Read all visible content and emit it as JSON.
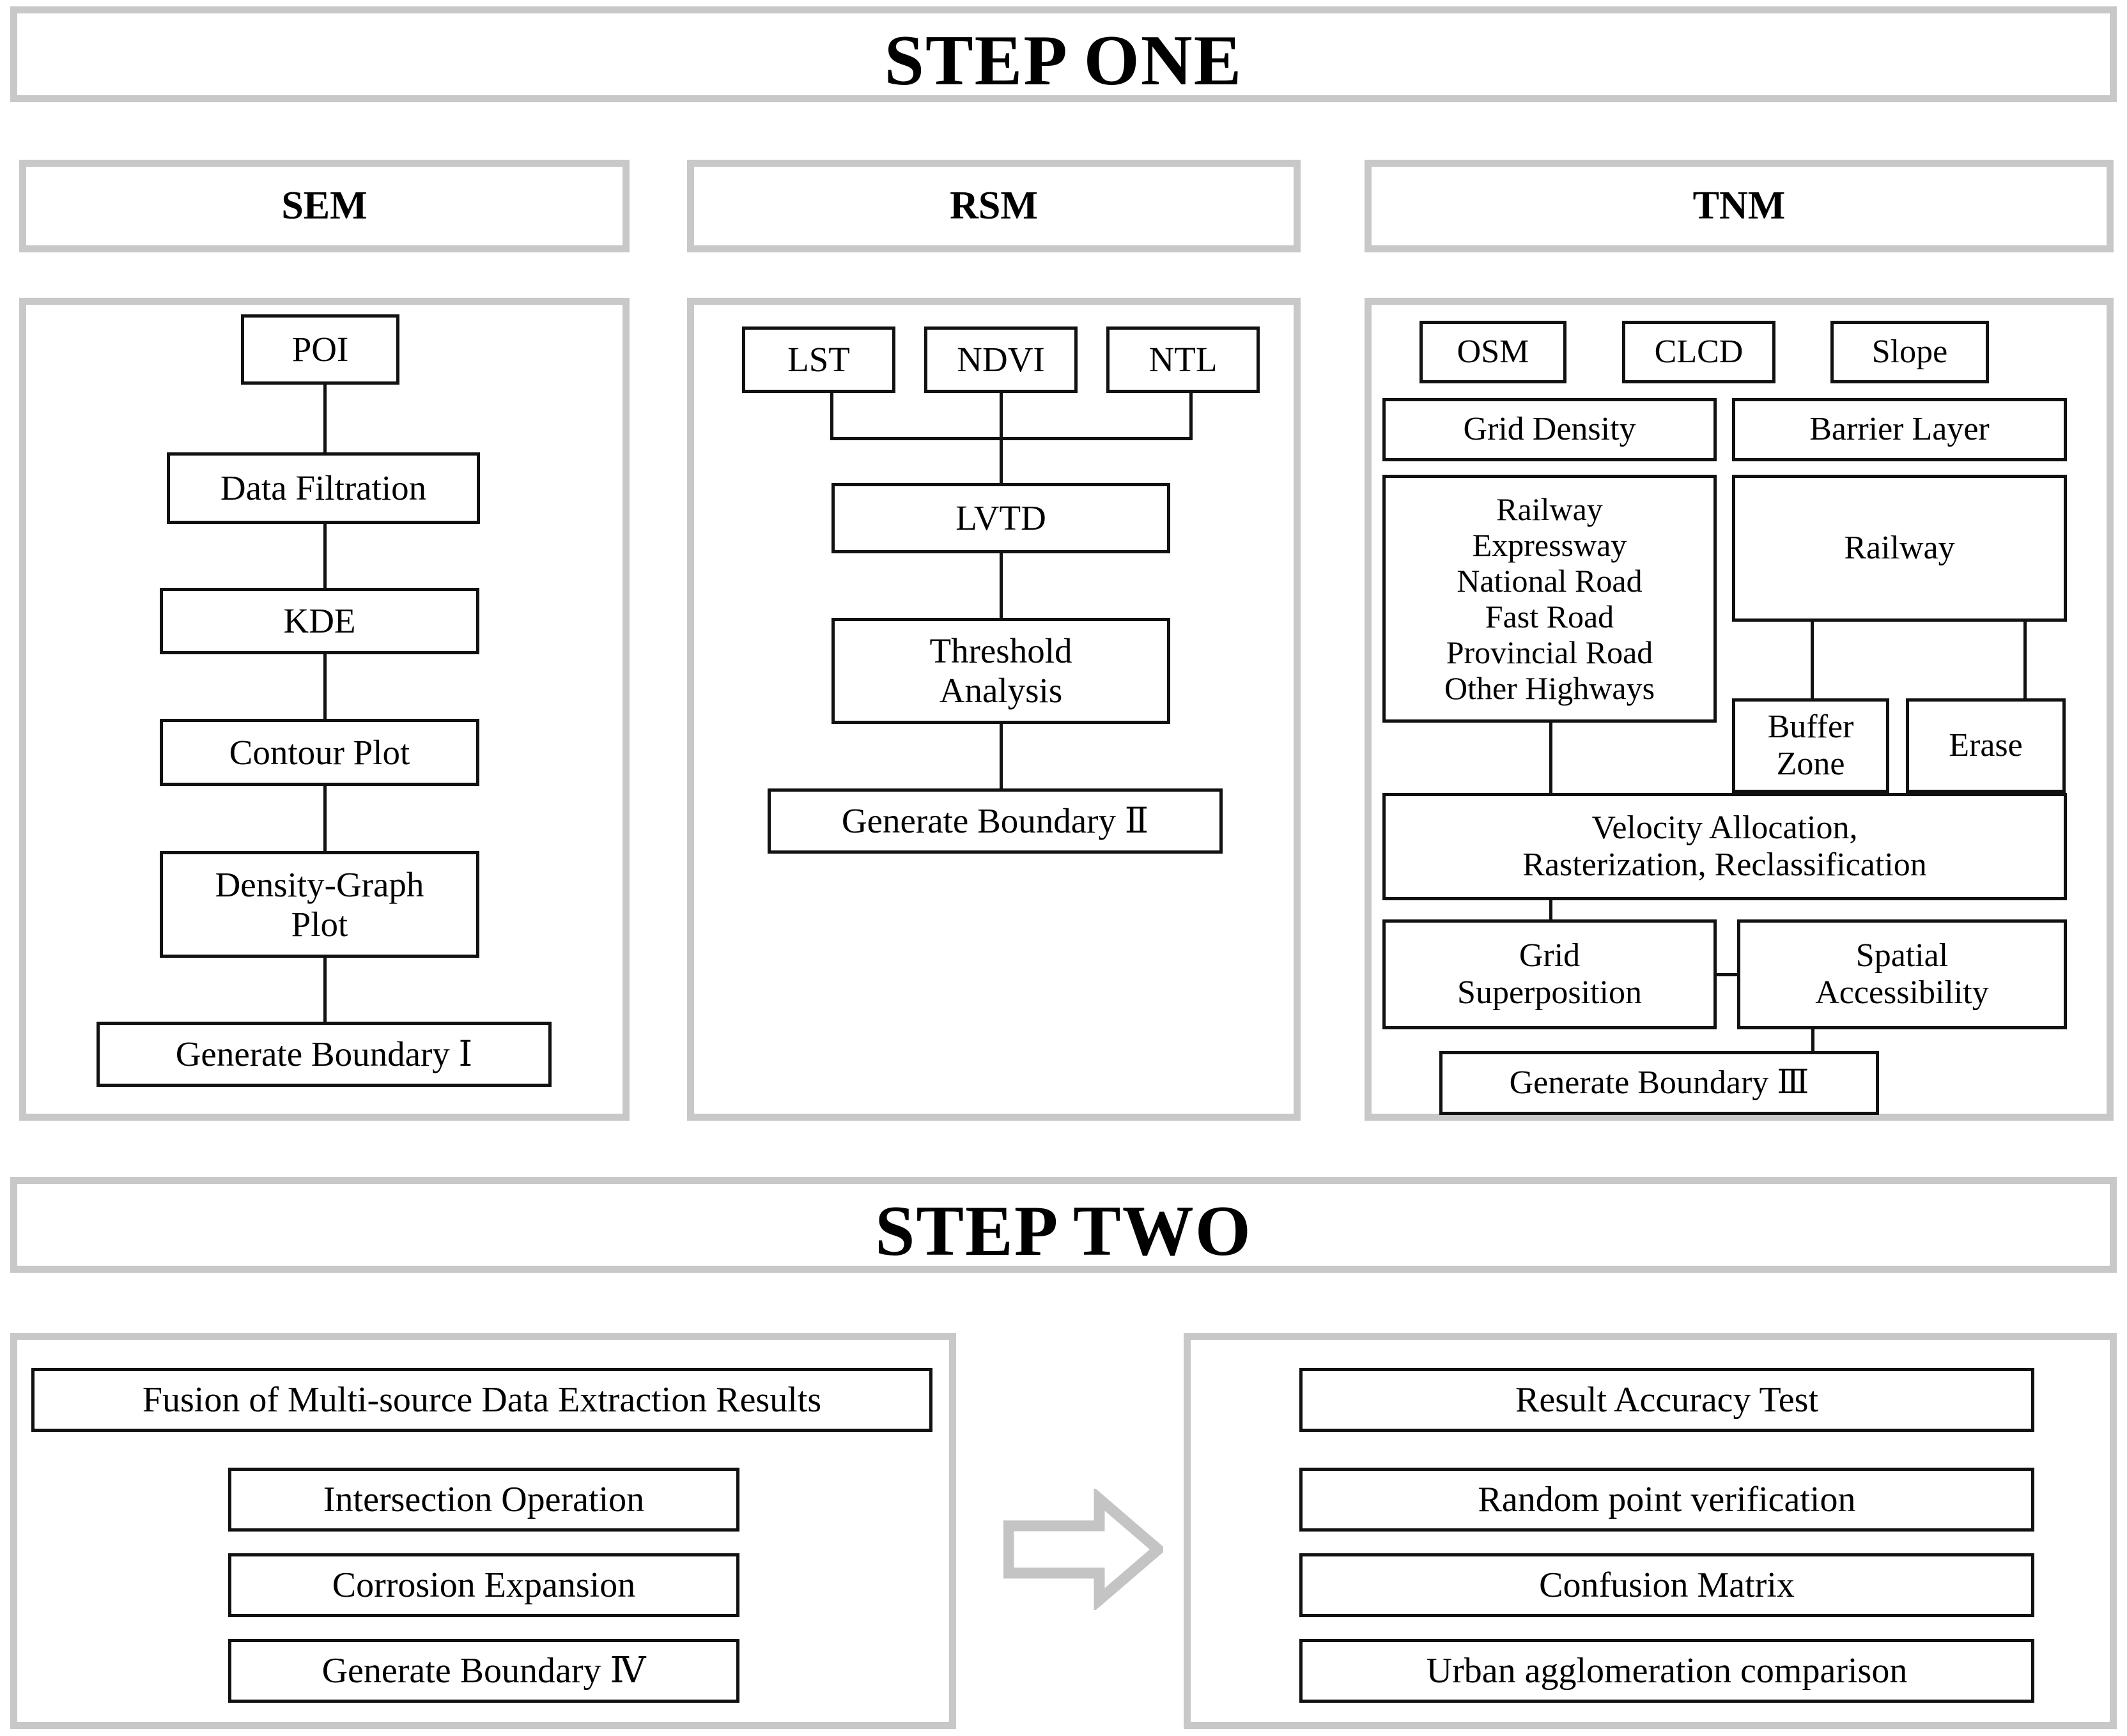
{
  "figure": {
    "type": "flowchart",
    "steps": [
      {
        "id": "step-one",
        "title": "STEP ONE"
      },
      {
        "id": "step-two",
        "title": "STEP TWO"
      }
    ]
  },
  "step_one": {
    "banner": "STEP ONE",
    "columns": [
      {
        "key": "sem",
        "title": "SEM",
        "nodes": [
          {
            "key": "poi",
            "label": "POI"
          },
          {
            "key": "filtration",
            "label": "Data Filtration"
          },
          {
            "key": "kde",
            "label": "KDE"
          },
          {
            "key": "contour",
            "label": "Contour Plot"
          },
          {
            "key": "density",
            "label": "Density-Graph\nPlot"
          },
          {
            "key": "boundary1",
            "label": "Generate Boundary  Ⅰ"
          }
        ]
      },
      {
        "key": "rsm",
        "title": "RSM",
        "nodes": [
          {
            "key": "lst",
            "label": "LST"
          },
          {
            "key": "ndvi",
            "label": "NDVI"
          },
          {
            "key": "ntl",
            "label": "NTL"
          },
          {
            "key": "lvtd",
            "label": "LVTD"
          },
          {
            "key": "threshold",
            "label": "Threshold\nAnalysis"
          },
          {
            "key": "boundary2",
            "label": "Generate Boundary  Ⅱ"
          }
        ]
      },
      {
        "key": "tnm",
        "title": "TNM",
        "nodes": [
          {
            "key": "osm",
            "label": "OSM"
          },
          {
            "key": "clcd",
            "label": "CLCD"
          },
          {
            "key": "slope",
            "label": "Slope"
          },
          {
            "key": "grid_den",
            "label": "Grid Density"
          },
          {
            "key": "barrier",
            "label": "Barrier Layer"
          },
          {
            "key": "roads",
            "label": "Railway\nExpressway\nNational Road\nFast Road\nProvincial Road\nOther Highways"
          },
          {
            "key": "railway",
            "label": "Railway"
          },
          {
            "key": "buffer",
            "label": "Buffer\nZone"
          },
          {
            "key": "erase",
            "label": "Erase"
          },
          {
            "key": "velocity",
            "label": "Velocity Allocation,\nRasterization, Reclassification"
          },
          {
            "key": "gridsuper",
            "label": "Grid\nSuperposition"
          },
          {
            "key": "spatial",
            "label": "Spatial\nAccessibility"
          },
          {
            "key": "boundary3",
            "label": "Generate Boundary  Ⅲ"
          }
        ]
      }
    ]
  },
  "step_two": {
    "banner": "STEP TWO",
    "left_panel": {
      "key": "fusion-panel",
      "nodes": [
        {
          "key": "fusion",
          "label": "Fusion of Multi-source Data Extraction Results"
        },
        {
          "key": "intersection",
          "label": "Intersection Operation"
        },
        {
          "key": "corrosion",
          "label": "Corrosion Expansion"
        },
        {
          "key": "boundary4",
          "label": "Generate Boundary  Ⅳ"
        }
      ]
    },
    "arrow": {
      "key": "flow-arrow",
      "direction": "right"
    },
    "right_panel": {
      "key": "accuracy-panel",
      "nodes": [
        {
          "key": "accuracy",
          "label": "Result Accuracy Test"
        },
        {
          "key": "randompt",
          "label": "Random point verification"
        },
        {
          "key": "confusion",
          "label": "Confusion Matrix"
        },
        {
          "key": "urbancomp",
          "label": "Urban agglomeration comparison"
        }
      ]
    }
  },
  "colors": {
    "frame": "#c8c8c8",
    "node_border": "#111111",
    "background": "#ffffff",
    "arrow": "#c4c4c4"
  }
}
